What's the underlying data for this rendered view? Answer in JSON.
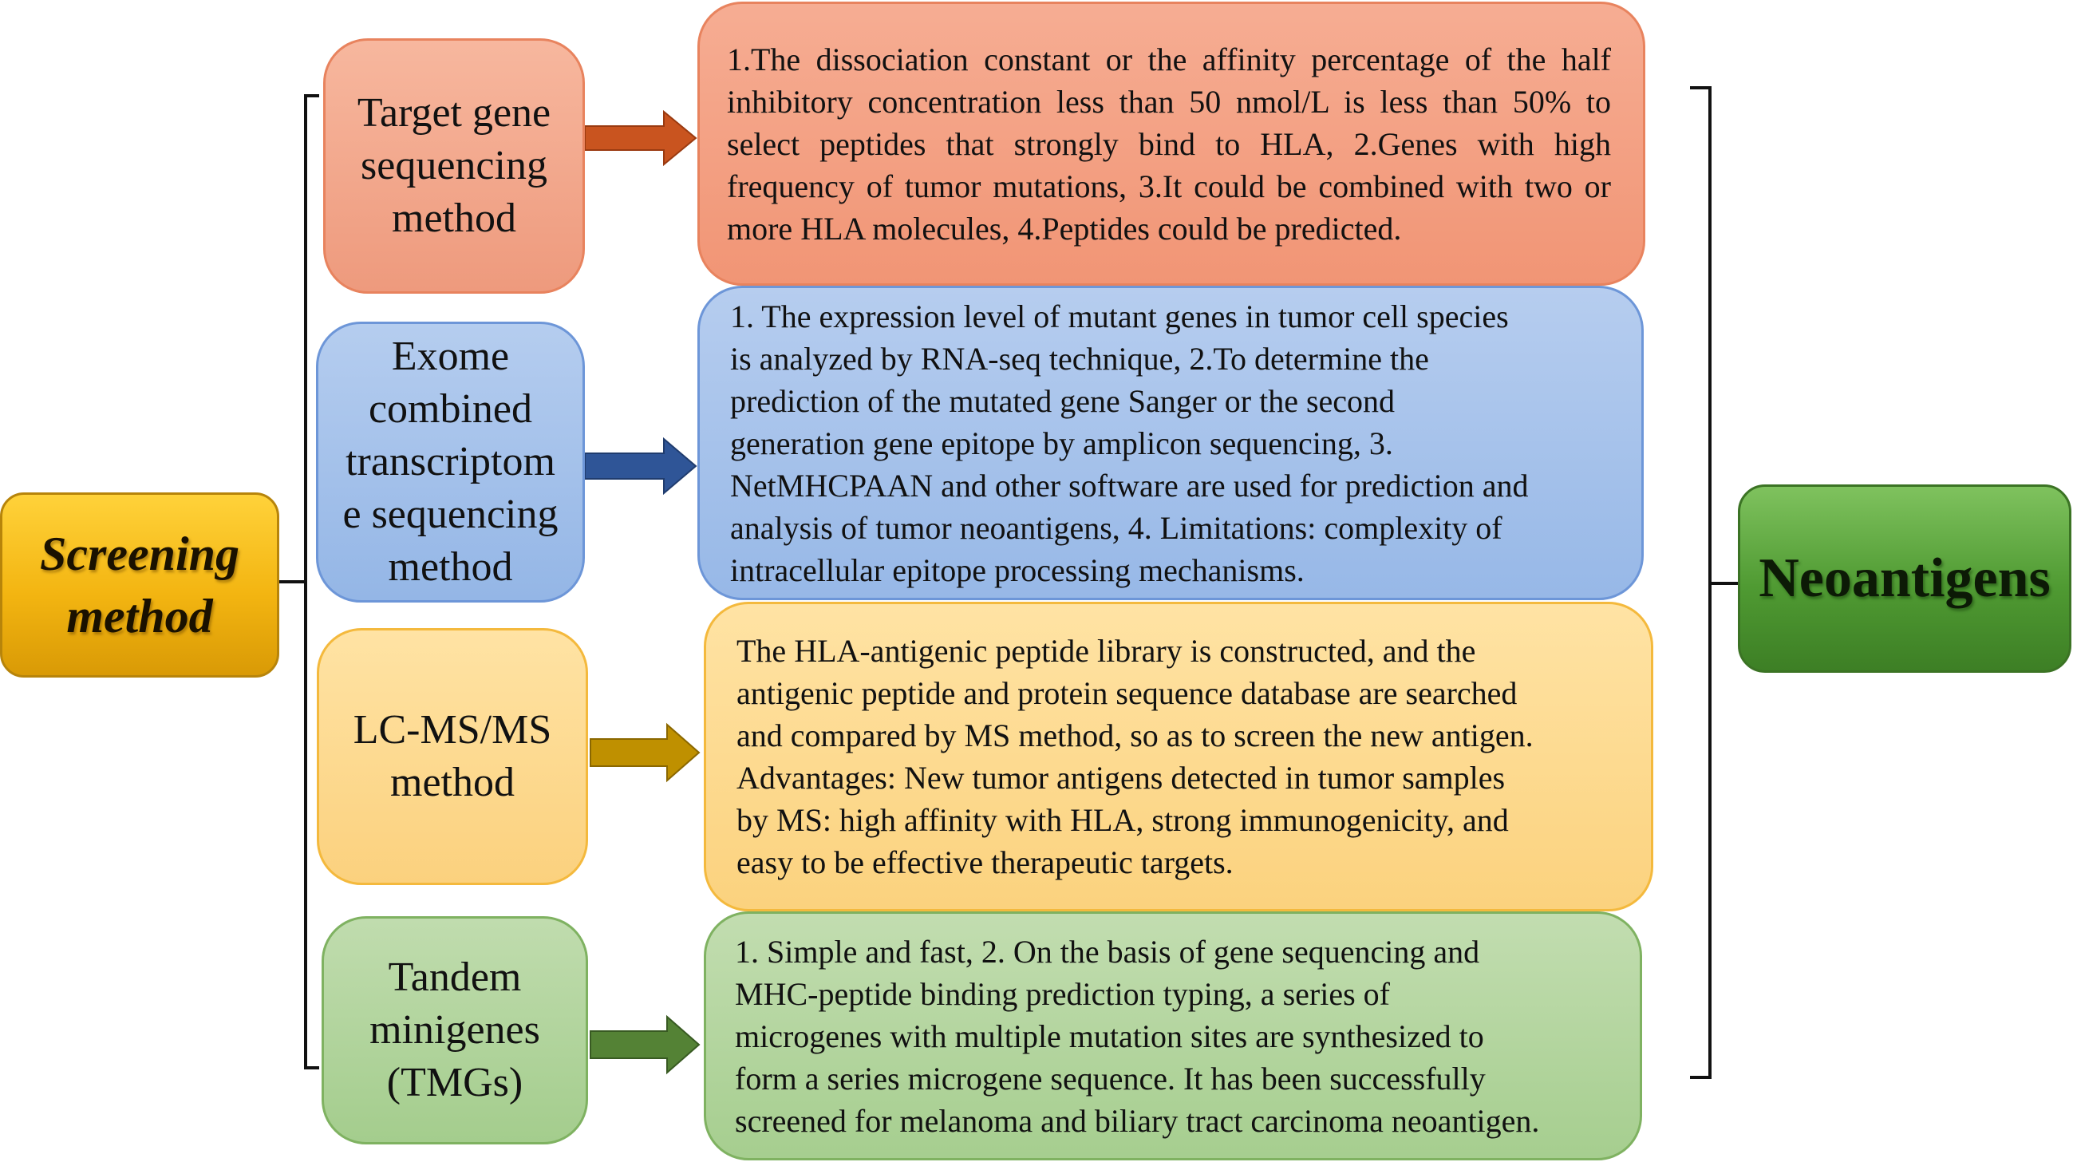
{
  "root": {
    "label": "Screening method",
    "line1": "Screening",
    "line2": "method"
  },
  "target": {
    "label": "Neoantigens"
  },
  "methods": [
    {
      "lines": [
        "Target gene",
        "sequencing",
        "method"
      ],
      "description": [
        "1.The dissociation constant or the affinity percentage of the half inhibitory concentration less than 50 nmol/L is less than 50% to select peptides that strongly bind to HLA, 2.Genes with high frequency of tumor mutations, 3.It could be combined with two or more HLA molecules, 4.Peptides could be predicted."
      ],
      "fill": "#f19575",
      "arrow_color": "#c9541f"
    },
    {
      "lines": [
        "Exome",
        "combined",
        "transcriptom",
        "e sequencing",
        "method"
      ],
      "description": [
        "1. The expression level of mutant genes in tumor cell species",
        "is analyzed by RNA-seq technique, 2.To determine the",
        "prediction of the mutated gene Sanger or the second",
        "generation gene epitope by amplicon sequencing, 3.",
        "NetMHCPAAN and other software are used for prediction and",
        "analysis of tumor neoantigens, 4. Limitations: complexity of",
        "intracellular epitope processing mechanisms."
      ],
      "fill": "#97b8e7",
      "arrow_color": "#2f5597"
    },
    {
      "lines": [
        "LC-MS/MS",
        "method"
      ],
      "description": [
        "The HLA-antigenic peptide library is constructed, and the",
        "antigenic peptide and protein sequence database are searched",
        "and compared by MS method, so as to screen the new antigen.",
        "Advantages: New tumor antigens detected in tumor samples",
        "by MS: high affinity with HLA, strong immunogenicity, and",
        "easy to be effective therapeutic targets."
      ],
      "fill": "#fbd27e",
      "arrow_color": "#bf9000"
    },
    {
      "lines": [
        "Tandem",
        "minigenes",
        "(TMGs)"
      ],
      "description": [
        "1. Simple and fast, 2. On the basis of gene sequencing and",
        "MHC-peptide binding prediction typing, a series of",
        "microgenes with multiple mutation sites are synthesized to",
        "form a series microgene sequence. It has been successfully",
        "screened for melanoma and biliary tract carcinoma neoantigen."
      ],
      "fill": "#a6ce8f",
      "arrow_color": "#548235"
    }
  ]
}
